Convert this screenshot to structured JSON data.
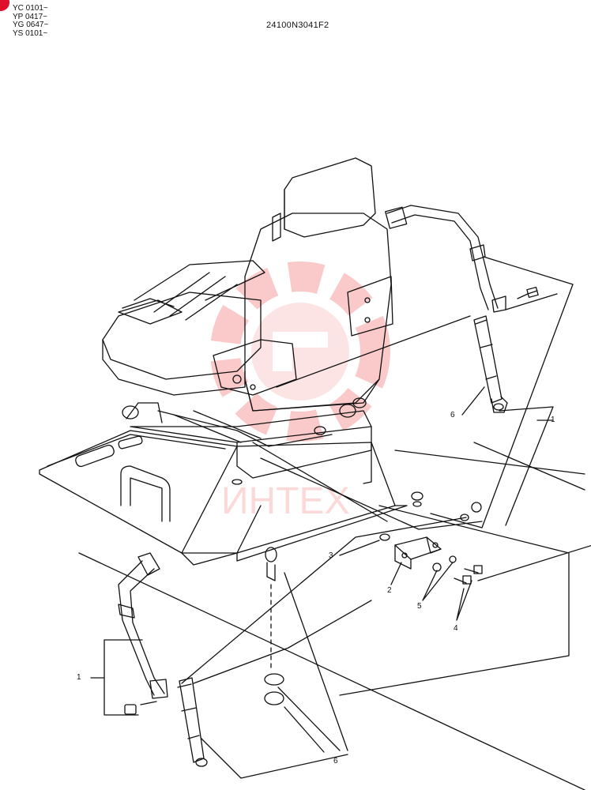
{
  "header": {
    "serial_ranges": [
      "YC 0101~",
      "YP 0417~",
      "YG 0647~",
      "YS 0101~"
    ],
    "part_code": "24100N3041F2"
  },
  "watermark": {
    "brand_text": "ИНТЕХ",
    "color": "#f26b6b"
  },
  "callouts": {
    "right_belt": "1",
    "left_belt": "1",
    "bracket": "2",
    "washer": "3",
    "bolts": "4",
    "nuts": "5",
    "right_buckle": "6",
    "bottom_hardware": "6"
  }
}
